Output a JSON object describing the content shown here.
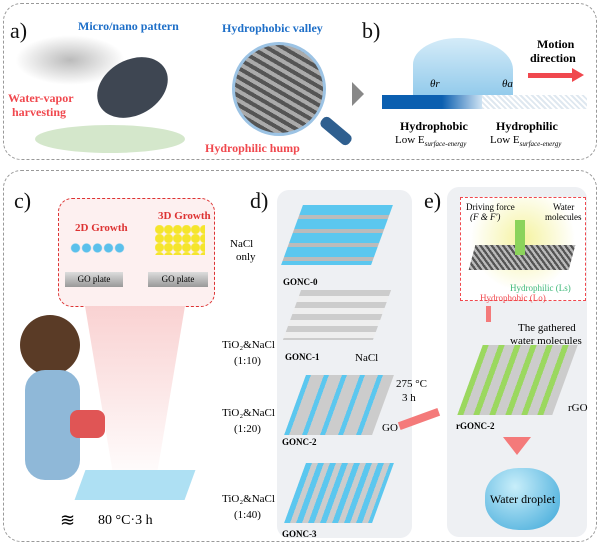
{
  "panel_a": {
    "label": "a)",
    "micro_nano": "Micro/nano pattern",
    "valley": "Hydrophobic valley",
    "vapor_1": "Water-vapor",
    "vapor_2": "harvesting",
    "hump": "Hydrophilic hump"
  },
  "panel_b": {
    "label": "b)",
    "theta_r": "θr",
    "theta_a": "θa",
    "motion_1": "Motion",
    "motion_2": "direction",
    "hydrophobic": "Hydrophobic",
    "hydrophilic": "Hydrophilic",
    "low_e": "Low E",
    "e_sub": "surface-energy"
  },
  "panel_c": {
    "label": "c)",
    "growth_2d": "2D Growth",
    "growth_3d": "3D Growth",
    "go_plate": "GO plate",
    "condition": "80 °C·3 h"
  },
  "panel_d": {
    "label": "d)",
    "steps": [
      {
        "reagent": "NaCl",
        "ratio": "only",
        "name": "GONC-0"
      },
      {
        "reagent": "TiO₂&NaCl",
        "ratio": "(1:10)",
        "name": "GONC-1"
      },
      {
        "reagent": "TiO₂&NaCl",
        "ratio": "(1:20)",
        "name": "GONC-2"
      },
      {
        "reagent": "TiO₂&NaCl",
        "ratio": "(1:40)",
        "name": "GONC-3"
      }
    ],
    "nacl": "NaCl",
    "go": "GO",
    "temp": "275 °C",
    "time": "3 h"
  },
  "panel_e": {
    "label": "e)",
    "driving_1": "Driving force",
    "driving_2": "(F & F')",
    "water_1": "Water",
    "water_2": "molecules",
    "hydrophilic": "Hydrophilic (Ls)",
    "hydrophobic": "Hydrophobic (Lo)",
    "gathered_1": "The gathered",
    "gathered_2": "water molecules",
    "rgonc": "rGONC-2",
    "rgo": "rGO",
    "droplet": "Water droplet"
  }
}
